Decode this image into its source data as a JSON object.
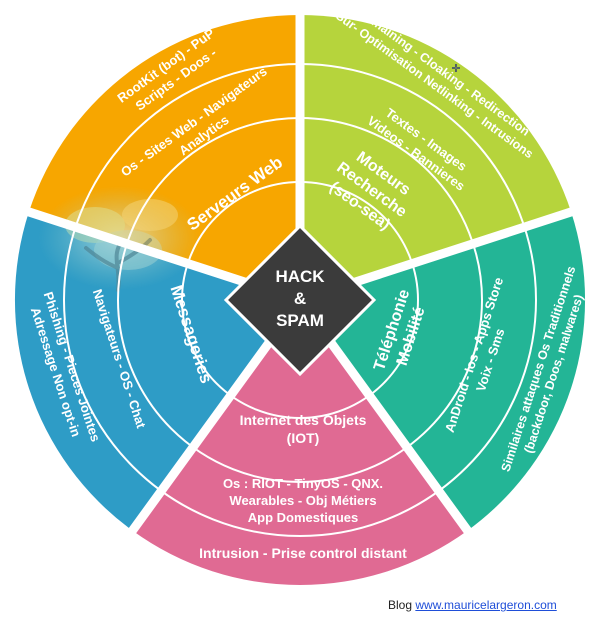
{
  "center": {
    "lines": [
      "HACK",
      "&",
      "SPAM"
    ],
    "color": "#3b3b3b"
  },
  "segments": {
    "serveurs_web": {
      "color": "#f7a600",
      "inner": [
        "Serveurs Web"
      ],
      "middle": [
        "Os - Sites Web - Navigateurs",
        "Analytics"
      ],
      "outer": [
        "RootKit (bot) - PuP",
        "Scripts - Doos -"
      ]
    },
    "moteurs_recherche": {
      "color": "#b6d43c",
      "inner": [
        "Moteurs",
        "Recherche",
        "(seo-sea)"
      ],
      "middle": [
        "Textes - Images",
        "Videos - Bannieres"
      ],
      "outer": [
        "Domaining - Cloaking - Redirection",
        "Sur- Optimisation Netlinking - Intrusions"
      ]
    },
    "telephonie_mobilite": {
      "color": "#23b596",
      "inner": [
        "Téléphonie",
        "Mobilité"
      ],
      "middle": [
        "AnDroid - Ios - Apps Store",
        "Voix - Sms"
      ],
      "outer": [
        "Similaires attaques Os Traditionnels",
        "(backdoor, Doos, malwares)"
      ]
    },
    "iot": {
      "color": "#e06a93",
      "inner": [
        "Internet des Objets",
        "(IOT)"
      ],
      "middle": [
        "Os : RIOT - TinyOS  -  QNX.",
        "Wearables - Obj Métiers",
        "App Domestiques"
      ],
      "outer": [
        "Intrusion - Prise control distant"
      ]
    },
    "messageries": {
      "color": "#2e9cc6",
      "inner": [
        "Messageries"
      ],
      "middle": [
        "Navigateurs - OS - Chat"
      ],
      "outer": [
        "Phishing - Pieces Jointes",
        "Adressage Non opt-in"
      ]
    }
  },
  "footer": {
    "prefix": "Blog ",
    "link_text": "www.mauricelargeron.com"
  }
}
